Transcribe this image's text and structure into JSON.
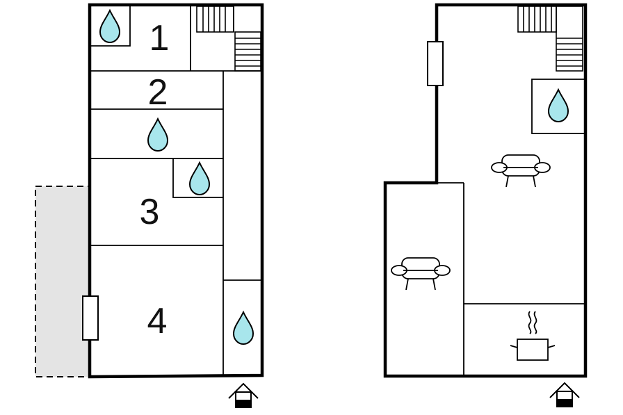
{
  "colors": {
    "wall": "#000000",
    "water_drop": "#a8e6ec",
    "terrace": "#e4e4e4",
    "background": "#ffffff"
  },
  "floor_plans": [
    {
      "rooms": [
        {
          "label": "1"
        },
        {
          "label": "2"
        },
        {
          "label": "3"
        },
        {
          "label": "4"
        }
      ],
      "icons": [
        "water-drop-icon",
        "water-drop-icon",
        "water-drop-icon",
        "water-drop-icon",
        "staircase-icon",
        "window-icon",
        "entrance-icon"
      ],
      "terrace": "dashed-grey-area"
    },
    {
      "rooms": [],
      "icons": [
        "staircase-icon",
        "window-icon",
        "water-drop-icon",
        "sofa-icon",
        "sofa-icon",
        "cooking-pot-icon",
        "entrance-icon"
      ]
    }
  ]
}
